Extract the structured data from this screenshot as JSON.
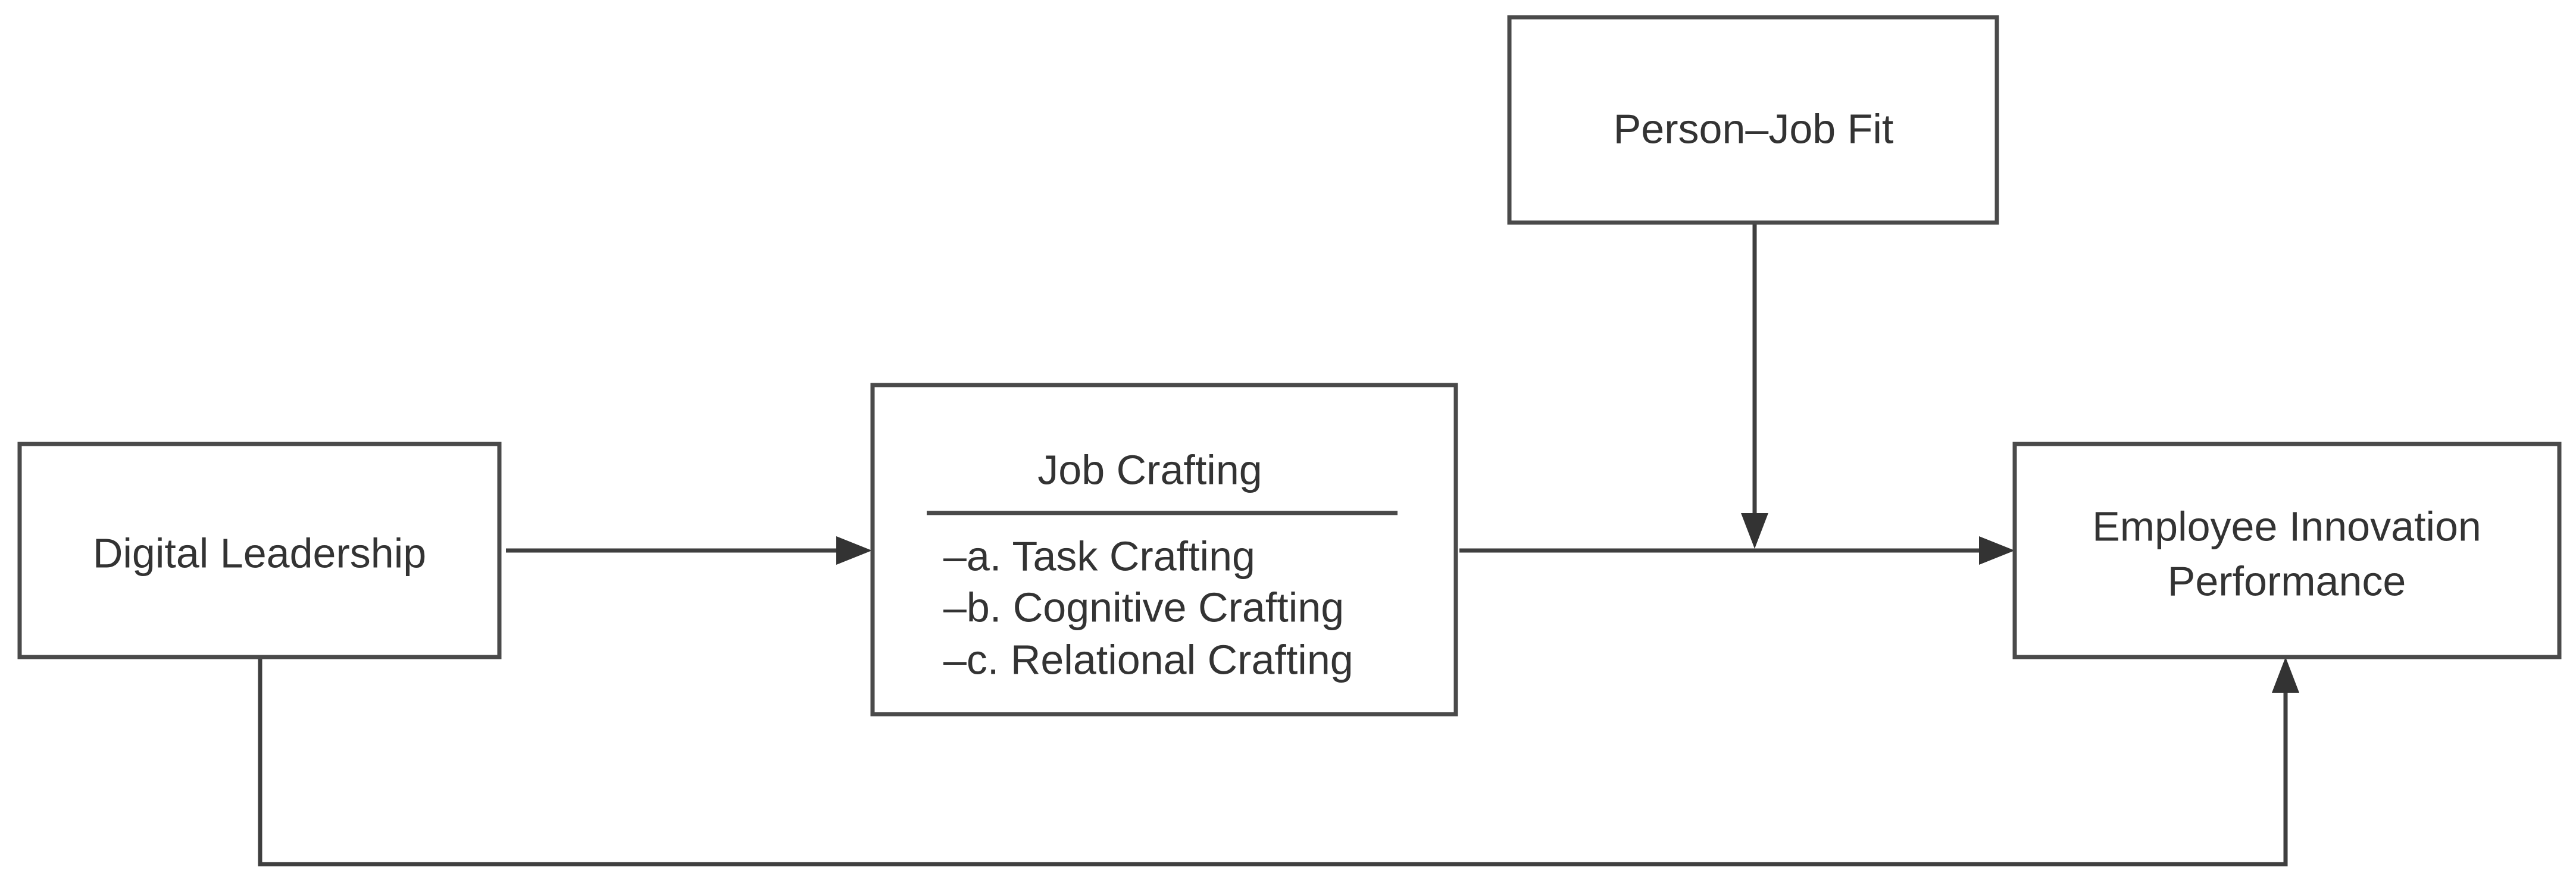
{
  "nodes": {
    "digital_leadership": {
      "label": "Digital Leadership"
    },
    "job_crafting": {
      "label": "Job Crafting",
      "items": [
        "–a. Task Crafting",
        "–b. Cognitive Crafting",
        "–c. Relational Crafting"
      ]
    },
    "person_job_fit": {
      "label": "Person–Job Fit"
    },
    "employee_innovation_performance": {
      "label_lines": [
        "Employee Innovation",
        "Performance"
      ]
    }
  },
  "colors": {
    "stroke": "#4a4a4a",
    "arrow": "#333333",
    "text": "#333333",
    "background": "#ffffff"
  }
}
